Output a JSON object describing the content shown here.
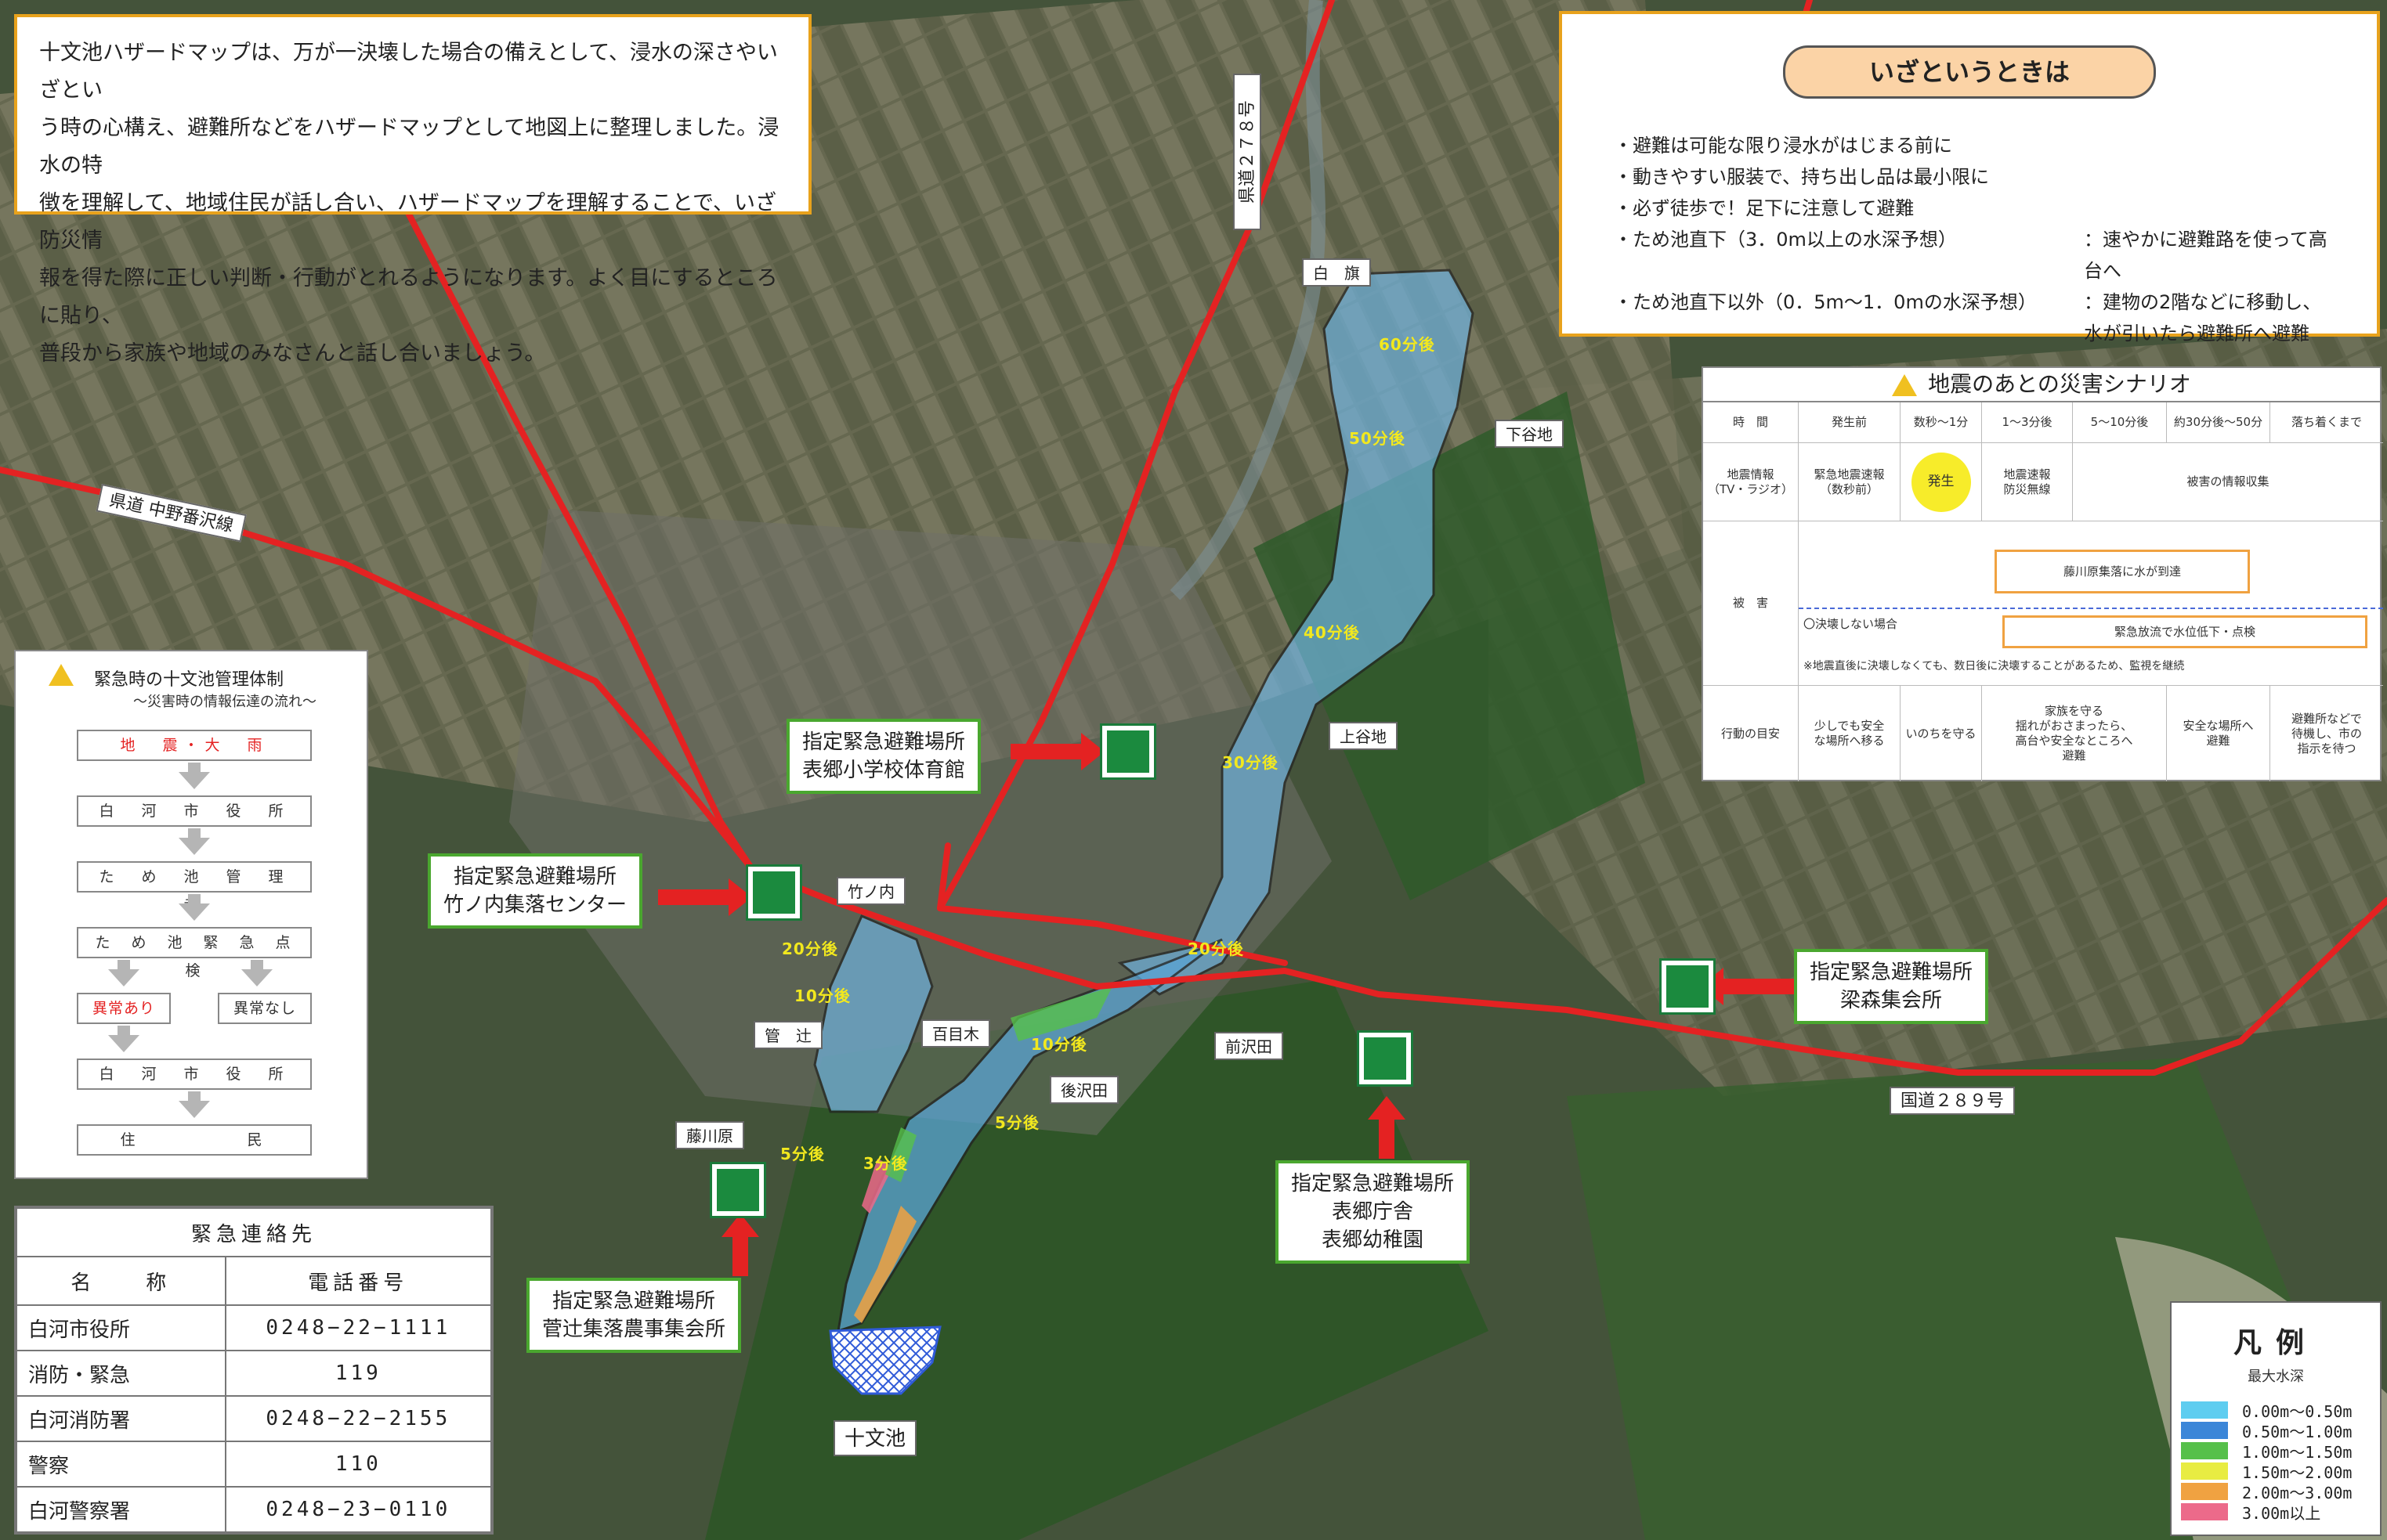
{
  "intro": {
    "lines": [
      "十文池ハザードマップは、万が一決壊した場合の備えとして、浸水の深さやいざとい",
      "う時の心構え、避難所などをハザードマップとして地図上に整理しました。浸水の特",
      "徴を理解して、地域住民が話し合い、ハザードマップを理解することで、いざ防災情",
      "報を得た際に正しい判断・行動がとれるようになります。よく目にするところに貼り、",
      "普段から家族や地域のみなさんと話し合いましょう。"
    ]
  },
  "alert": {
    "title": "いざというときは",
    "items": [
      {
        "a": "・避難は可能な限り浸水がはじまる前に",
        "b": ""
      },
      {
        "a": "・動きやすい服装で、持ち出し品は最小限に",
        "b": ""
      },
      {
        "a": "・必ず徒歩で！足下に注意して避難",
        "b": ""
      },
      {
        "a": "・ため池直下（3．0m以上の水深予想）",
        "b": "：速やかに避難路を使って高台へ"
      },
      {
        "a": "・ため池直下以外（0．5m～1．0mの水深予想）",
        "b": "：建物の2階などに移動し、\n 水が引いたら避難所へ避難"
      }
    ]
  },
  "scenario": {
    "title": "地震のあとの災害シナリオ",
    "headers": [
      "時　間",
      "発生前",
      "数秒～1分",
      "1～3分後",
      "5～10分後",
      "約30分後～50分",
      "落ち着くまで"
    ],
    "info_label": "地震情報\n（TV・ラジオ）",
    "info_cells": [
      "緊急地震速報\n（数秒前）",
      "発生",
      "地震速報\n防災無線",
      "被害の情報収集"
    ],
    "damage_label": "被　害",
    "damage_reach": "藤川原集落に水が到達",
    "no_break_label": "〇決壊しない場合",
    "no_break_action": "緊急放流で水位低下・点検",
    "note": "※地震直後に決壊しなくても、数日後に決壊することがあるため、監視を継続",
    "action_label": "行動の目安",
    "actions": [
      "少しでも安全\nな場所へ移る",
      "いのちを守る",
      "家族を守る\n揺れがおさまったら、\n高台や安全なところへ\n避難",
      "安全な場所へ\n避難",
      "避難所などで\n待機し、市の\n指示を待つ"
    ]
  },
  "mgmt": {
    "title": "緊急時の十文池管理体制",
    "subtitle": "～災害時の情報伝達の流れ～",
    "steps": [
      "地　震・大　雨",
      "白　河　市　役　所",
      "た　め　池　管　理　者",
      "た　め　池　緊　急　点　検"
    ],
    "abnormal": "異常あり",
    "normal": "異常なし",
    "city": "白　河　市　役　所",
    "residents": "住　　　　　民"
  },
  "contacts": {
    "title": "緊急連絡先",
    "header_name": "名　　称",
    "header_tel": "電話番号",
    "rows": [
      {
        "name": "白河市役所",
        "tel": "0248−22−1111"
      },
      {
        "name": "消防・緊急",
        "tel": "119"
      },
      {
        "name": "白河消防署",
        "tel": "0248−22−2155"
      },
      {
        "name": "警察",
        "tel": "110"
      },
      {
        "name": "白河警察署",
        "tel": "0248−23−0110"
      }
    ]
  },
  "places": {
    "shirahata": "白　旗",
    "shimoyachi": "下谷地",
    "kamiyachi": "上谷地",
    "takenouchi": "竹ノ内",
    "kantsuji": "管　辻",
    "hyakume": "百目木",
    "maesawada": "前沢田",
    "ushirosawada": "後沢田",
    "fujikawara": "藤川原",
    "jumonike": "十文池",
    "road_prefecture": "県道 中野番沢線",
    "road_278": "県道２７８号",
    "road_289": "国道２８９号"
  },
  "shelters": {
    "school": "指定緊急避難場所\n表郷小学校体育館",
    "takenouchi": "指定緊急避難場所\n竹ノ内集落センター",
    "ryomori": "指定緊急避難場所\n梁森集会所",
    "office": "指定緊急避難場所\n表郷庁舎\n表郷幼稚園",
    "kantsuji": "指定緊急避難場所\n菅辻集落農事集会所"
  },
  "times": [
    "60分後",
    "50分後",
    "40分後",
    "30分後",
    "20分後",
    "20分後",
    "10分後",
    "10分後",
    "5分後",
    "5分後",
    "3分後"
  ],
  "legend": {
    "title": "凡例",
    "subtitle": "最大水深",
    "items": [
      {
        "label": "0.00m～0.50m",
        "color": "#5ecdf0"
      },
      {
        "label": "0.50m～1.00m",
        "color": "#3b86d8"
      },
      {
        "label": "1.00m～1.50m",
        "color": "#56c04a"
      },
      {
        "label": "1.50m～2.00m",
        "color": "#e8ec42"
      },
      {
        "label": "2.00m～3.00m",
        "color": "#f0a241"
      },
      {
        "label": "3.00m以上",
        "color": "#ec6a8a"
      }
    ]
  }
}
